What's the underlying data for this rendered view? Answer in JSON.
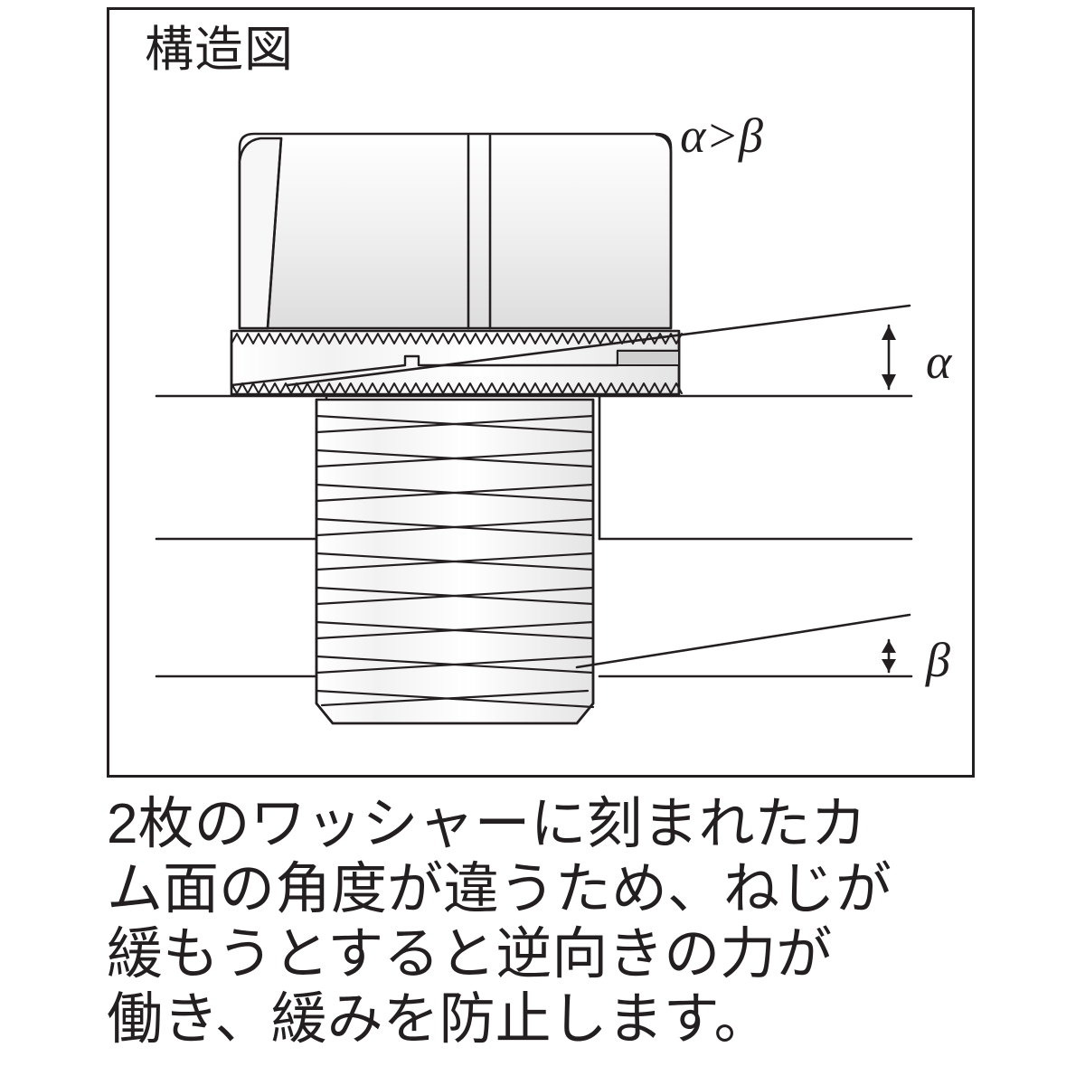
{
  "diagram": {
    "title": "構造図",
    "labels": {
      "relation": "α>β",
      "alpha": "α",
      "beta": "β"
    },
    "colors": {
      "outline": "#231f20",
      "background": "#ffffff",
      "metal_light": "#fdfdfd",
      "metal_shade": "#d9d9d9"
    },
    "parts": [
      "hex-bolt-head",
      "upper-cam-washer",
      "lower-cam-washer",
      "threaded-shaft"
    ]
  },
  "caption": {
    "lines": [
      "2枚のワッシャーに刻まれたカ",
      "ム面の角度が違うため、ねじが",
      "緩もうとすると逆向きの力が",
      "働き、緩みを防止します。"
    ]
  }
}
